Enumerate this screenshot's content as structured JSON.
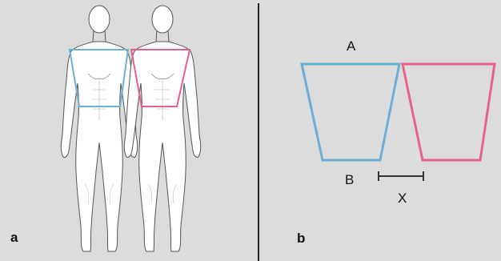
{
  "panel_a": {
    "letter": "a"
  },
  "panel_b": {
    "letter": "b",
    "label_top": "A",
    "label_bottom": "B",
    "label_gap": "X"
  },
  "colors": {
    "left_shape": "#6baed6",
    "right_shape": "#e8608a",
    "background": "#dcdcdc",
    "figure_outline": "#555555",
    "figure_fill": "#ffffff"
  }
}
